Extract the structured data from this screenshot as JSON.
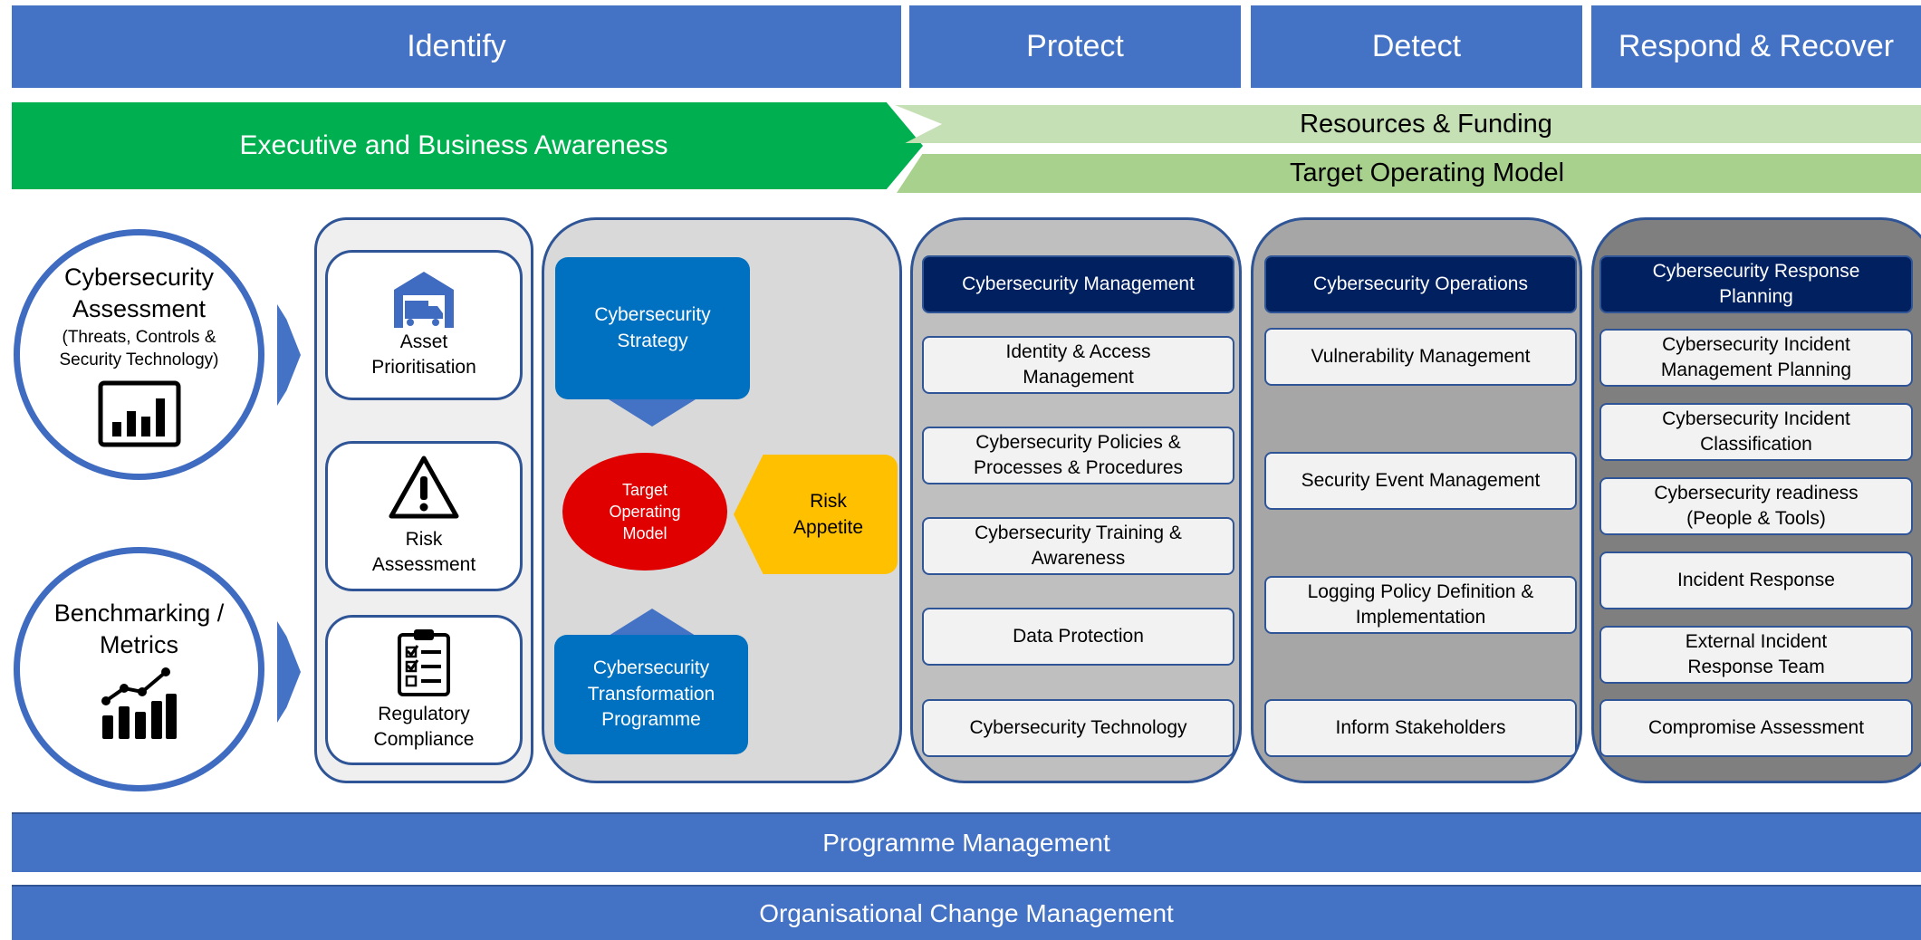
{
  "headers": {
    "identify": "Identify",
    "protect": "Protect",
    "detect": "Detect",
    "respond": "Respond & Recover"
  },
  "banners": {
    "executive": "Executive and Business Awareness",
    "resources": "Resources & Funding",
    "tom": "Target Operating Model"
  },
  "left": {
    "assessment_title": "Cybersecurity Assessment",
    "assessment_sub": "(Threats, Controls & Security Technology)",
    "benchmark_title": "Benchmarking / Metrics",
    "icons": [
      "bar-chart-icon",
      "trend-chart-icon"
    ]
  },
  "identify_cards": [
    {
      "label": "Asset Prioritisation",
      "icon": "warehouse-truck-icon"
    },
    {
      "label": "Risk Assessment",
      "icon": "warning-icon"
    },
    {
      "label": "Regulatory Compliance",
      "icon": "clipboard-checklist-icon"
    }
  ],
  "strategy": {
    "strategy": "Cybersecurity Strategy",
    "tom": "Target Operating Model",
    "risk": "Risk Appetite",
    "programme": "Cybersecurity Transformation Programme"
  },
  "protect": {
    "title": "Cybersecurity Management",
    "items": [
      "Identity & Access Management",
      "Cybersecurity Policies & Processes & Procedures",
      "Cybersecurity Training & Awareness",
      "Data Protection",
      "Cybersecurity Technology"
    ]
  },
  "detect": {
    "title": "Cybersecurity Operations",
    "items": [
      "Vulnerability Management",
      "Security Event Management",
      "Logging Policy Definition & Implementation",
      "Inform Stakeholders"
    ]
  },
  "respond": {
    "title": "Cybersecurity Response Planning",
    "items": [
      "Cybersecurity Incident Management Planning",
      "Cybersecurity Incident Classification",
      "Cybersecurity readiness (People & Tools)",
      "Incident Response",
      "External Incident Response Team",
      "Compromise Assessment"
    ]
  },
  "bottom": {
    "programme": "Programme Management",
    "change": "Organisational Change Management"
  },
  "colors": {
    "header_blue": "#4472c4",
    "green": "#00b050",
    "light_green": "#c5e0b4",
    "mid_green": "#a9d18e",
    "navy": "#002060",
    "strategy_blue": "#0070c0",
    "red": "#c00000",
    "amber": "#ffc000"
  }
}
